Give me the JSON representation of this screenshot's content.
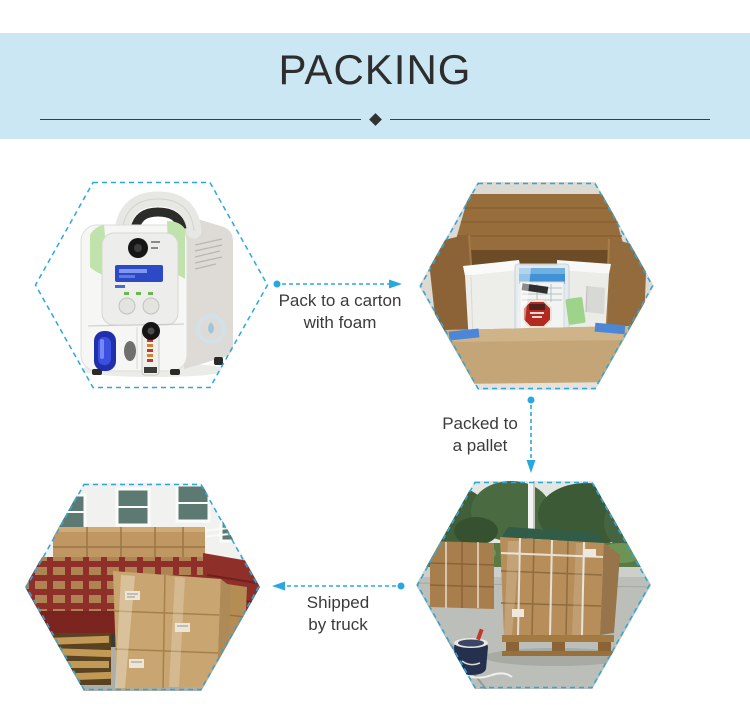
{
  "header": {
    "title": "PACKING"
  },
  "flow": {
    "step1": {
      "line1": "Pack to a carton",
      "line2": "with foam",
      "direction": "right"
    },
    "step2": {
      "line1": "Packed to",
      "line2": "a pallet",
      "direction": "down"
    },
    "step3": {
      "line1": "Shipped",
      "line2": "by truck",
      "direction": "left"
    },
    "photos": {
      "photo1": "oxygen-concentrator-product",
      "photo2": "open-carton-with-foam",
      "photo3": "cartons-wrapped-on-pallet",
      "photo4": "cartons-loaded-on-truck"
    }
  },
  "colors": {
    "banner_bg": "#cbe7f3",
    "title_text": "#2d2d2d",
    "divider": "#3c3c3c",
    "accent_blue": "#29a8e0",
    "caption_text": "#3b3b3b"
  }
}
